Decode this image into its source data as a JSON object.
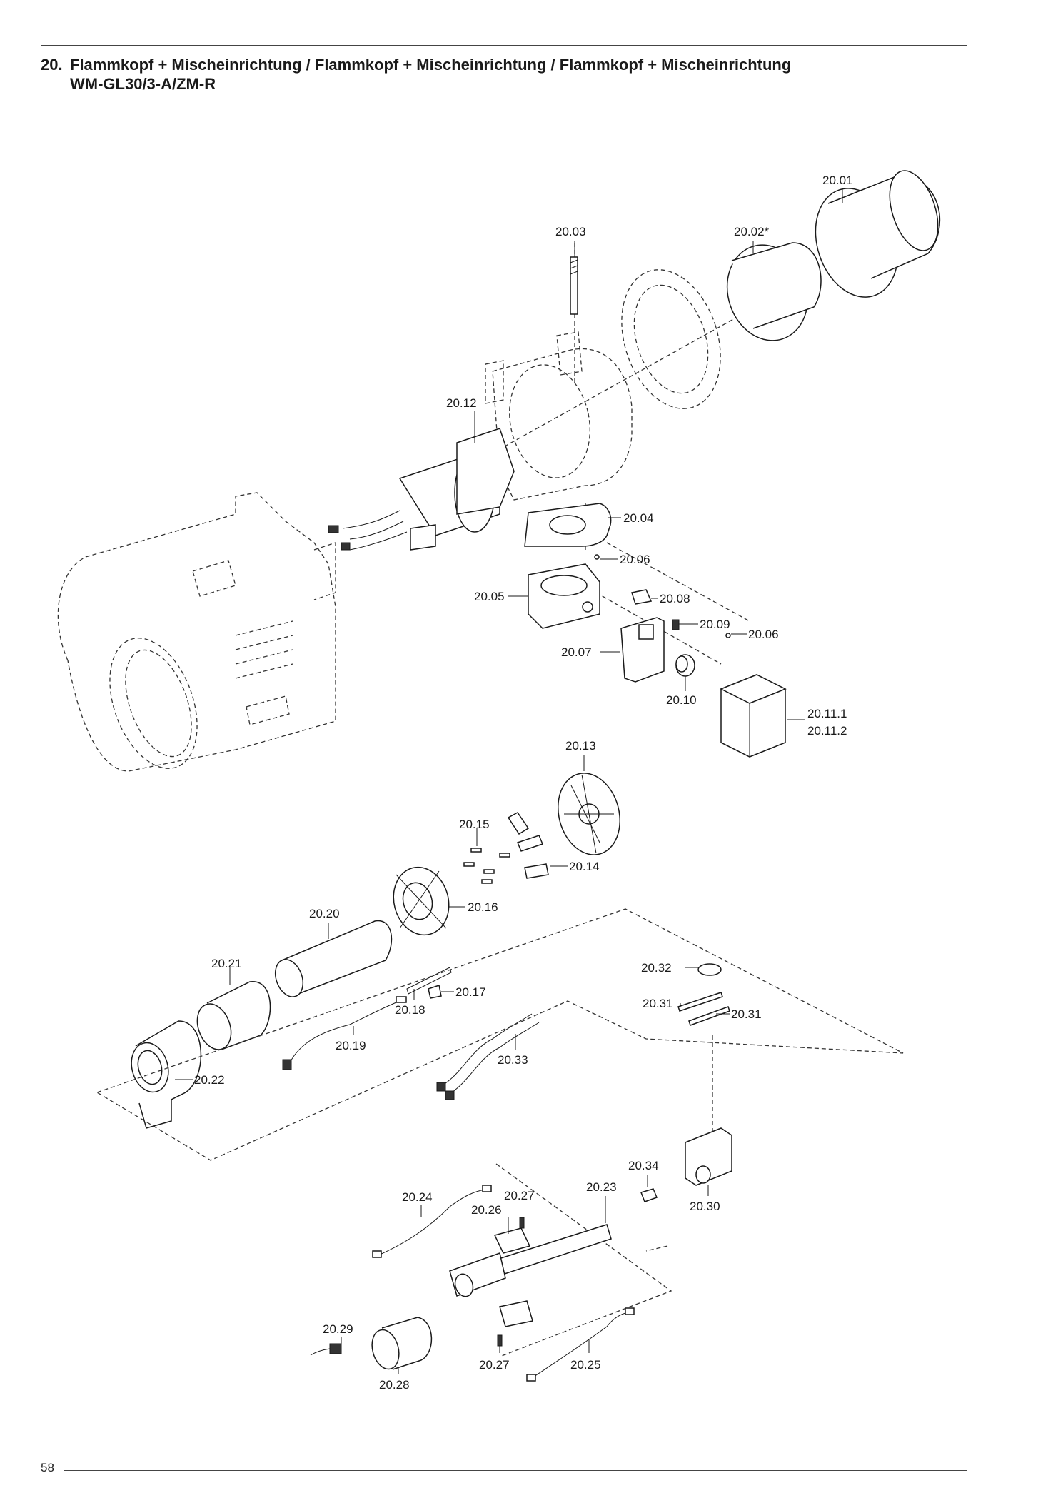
{
  "header": {
    "section_number": "20.",
    "title_line1": "Flammkopf + Mischeinrichtung / Flammkopf + Mischeinrichtung / Flammkopf + Mischeinrichtung",
    "title_line2": "WM-GL30/3-A/ZM-R"
  },
  "footer": {
    "page_number": "58"
  },
  "part_labels": {
    "p2001": "20.01",
    "p2002": "20.02*",
    "p2003": "20.03",
    "p2004": "20.04",
    "p2005": "20.05",
    "p2006a": "20.06",
    "p2006b": "20.06",
    "p2007": "20.07",
    "p2008": "20.08",
    "p2009": "20.09",
    "p2010": "20.10",
    "p20111": "20.11.1",
    "p20112": "20.11.2",
    "p2012": "20.12",
    "p2013": "20.13",
    "p2014": "20.14",
    "p2015": "20.15",
    "p2016": "20.16",
    "p2017": "20.17",
    "p2018": "20.18",
    "p2019": "20.19",
    "p2020": "20.20",
    "p2021": "20.21",
    "p2022": "20.22",
    "p2023": "20.23",
    "p2024": "20.24",
    "p2025": "20.25",
    "p2026": "20.26",
    "p2027a": "20.27",
    "p2027b": "20.27",
    "p2028": "20.28",
    "p2029": "20.29",
    "p2030": "20.30",
    "p2031a": "20.31",
    "p2031b": "20.31",
    "p2032": "20.32",
    "p2033": "20.33",
    "p2034": "20.34"
  }
}
